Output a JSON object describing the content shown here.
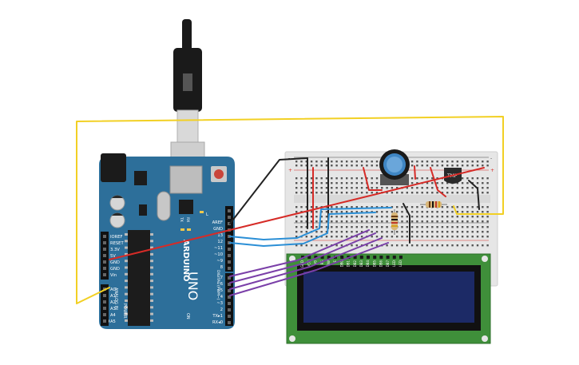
{
  "arduino": {
    "brand": "ARDUINO",
    "model": "UNO",
    "on_label": "ON",
    "power_title": "POWER",
    "analog_title": "ANALOG IN",
    "digital_title": "DIGITAL (PWM~)",
    "tx_label": "TX",
    "rx_label": "RX",
    "l_label": "L",
    "power_pins": [
      "IOREF",
      "RESET",
      "3.3V",
      "5V",
      "GND",
      "GND",
      "Vin"
    ],
    "analog_pins": [
      "A0",
      "A1",
      "A2",
      "A3",
      "A4",
      "A5"
    ],
    "digital_pins_top": [
      "AREF",
      "GND",
      "13",
      "12",
      "~11",
      "~10",
      "~9",
      "8"
    ],
    "digital_pins_bottom": [
      "7",
      "~6",
      "~5",
      "4",
      "~3",
      "2",
      "TX▸1",
      "RX◂0"
    ]
  },
  "sensor": {
    "label": "TMP"
  },
  "lcd": {
    "pins": [
      "GND",
      "VCC",
      "V0",
      "RS",
      "RW",
      "E",
      "DB0",
      "DB1",
      "DB2",
      "DB3",
      "DB4",
      "DB5",
      "DB6",
      "DB7",
      "LED",
      "LED"
    ]
  },
  "colors": {
    "board": "#2d6f9a",
    "breadboard": "#e8e8e8",
    "wire_red": "#d62b27",
    "wire_black": "#222222",
    "wire_blue": "#2b8fd6",
    "wire_purple": "#7a3fa8",
    "wire_yellow": "#f2d024",
    "lcd_pcb": "#3f8f3a",
    "lcd_screen": "#1c2a66"
  }
}
